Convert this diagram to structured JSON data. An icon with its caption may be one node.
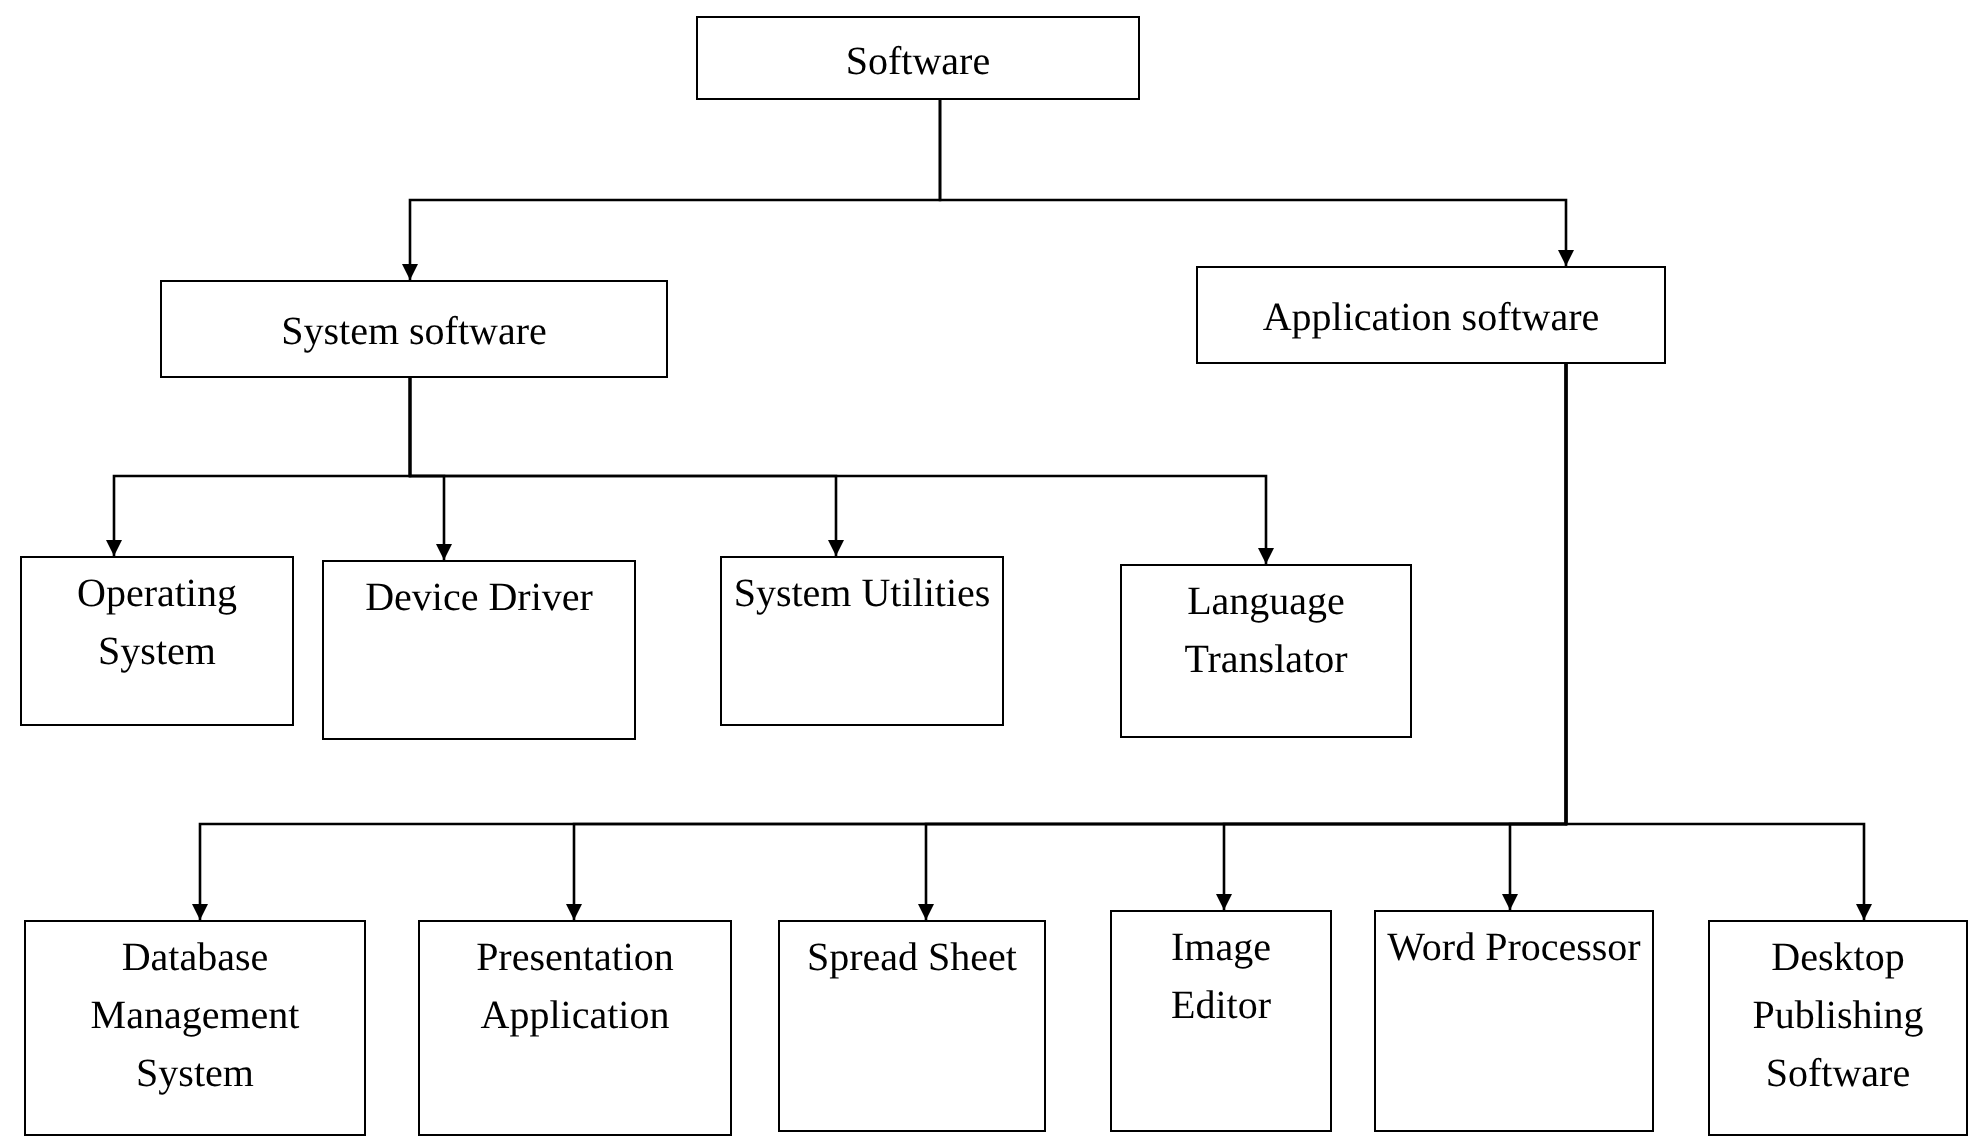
{
  "diagram": {
    "nodes": [
      {
        "text": [
          "Software"
        ]
      },
      {
        "text": [
          "System software"
        ]
      },
      {
        "text": [
          "Application software"
        ]
      },
      {
        "text": [
          "Operating System"
        ]
      },
      {
        "text": [
          "Device Driver"
        ]
      },
      {
        "text": [
          "System Utilities"
        ]
      },
      {
        "text": [
          "Language Translator"
        ]
      },
      {
        "text": [
          "Database Management System"
        ]
      },
      {
        "text": [
          "Presentation Application"
        ]
      },
      {
        "text": [
          "Spread Sheet"
        ]
      },
      {
        "text": [
          "Image Editor"
        ]
      },
      {
        "text": [
          "Word Processor"
        ]
      },
      {
        "text": [
          "Desktop Publishing Software"
        ]
      }
    ],
    "edges": [
      {
        "from": 0,
        "to": 1,
        "arrow": "to"
      },
      {
        "from": 0,
        "to": 2,
        "arrow": "to"
      },
      {
        "from": 1,
        "to": 3,
        "arrow": "to"
      },
      {
        "from": 1,
        "to": 4,
        "arrow": "to"
      },
      {
        "from": 1,
        "to": 5,
        "arrow": "to"
      },
      {
        "from": 1,
        "to": 6,
        "arrow": "to"
      },
      {
        "from": 2,
        "to": 7,
        "arrow": "to"
      },
      {
        "from": 2,
        "to": 8,
        "arrow": "to"
      },
      {
        "from": 2,
        "to": 9,
        "arrow": "to"
      },
      {
        "from": 2,
        "to": 10,
        "arrow": "to"
      },
      {
        "from": 2,
        "to": 11,
        "arrow": "to"
      },
      {
        "from": 2,
        "to": 12,
        "arrow": "to"
      }
    ]
  }
}
